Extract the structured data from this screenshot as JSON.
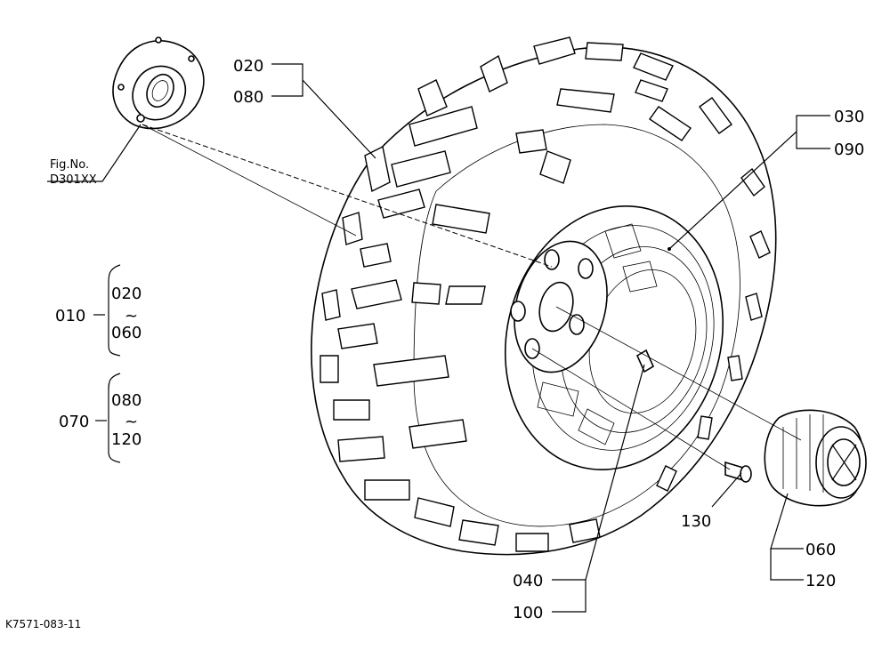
{
  "figure_ref": {
    "line1": "Fig.No.",
    "line2": "D301XX"
  },
  "callouts": {
    "c020": "020",
    "c080": "080",
    "c030": "030",
    "c090": "090",
    "c040": "040",
    "c100": "100",
    "c130": "130",
    "c060": "060",
    "c120": "120"
  },
  "assemblies": [
    {
      "id": "010",
      "from": "020",
      "tilde": "~",
      "to": "060"
    },
    {
      "id": "070",
      "from": "080",
      "tilde": "~",
      "to": "120"
    }
  ],
  "drawing_code": "K7571-083-11"
}
